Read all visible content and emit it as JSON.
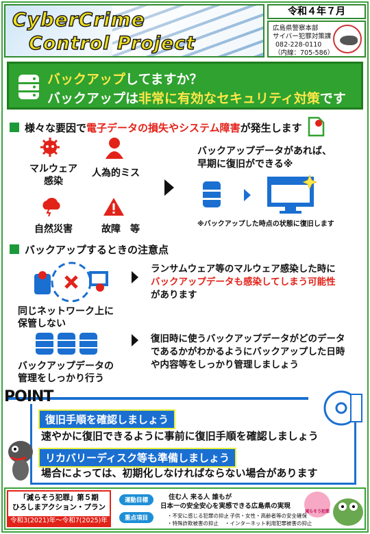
{
  "header": {
    "logo_line1": "CyberCrime",
    "logo_line2": "Control  Project",
    "date": "令和４年７月",
    "dept": [
      "広島県警察本部",
      "サイバー犯罪対策課",
      "082-228-0110",
      "（内線：705-586）"
    ]
  },
  "title": {
    "l1_hl": "バックアップ",
    "l1_rest": "してますか？",
    "l2_a": "バックアップは",
    "l2_hl": "非常に有効なセキュリティ対策",
    "l2_b": "です"
  },
  "section1": {
    "a": "様々な要因で",
    "hl": "電子データの損失やシステム障害",
    "b": "が発生します",
    "causes": [
      "マルウェア\n感染",
      "人為的ミス",
      "自然災害",
      "故障　等"
    ],
    "recovery_text": "バックアップデータがあれば、\n早期に復旧ができる※",
    "note": "※バックアップした時点の状態に復旧します"
  },
  "section2": {
    "heading": "バックアップするときの注意点",
    "item1_caption": "同じネットワーク上に\n保管しない",
    "item1_a": "ランサムウェア等のマルウェア感染した時に",
    "item1_hl": "バックアップデータも感染してしまう可能性",
    "item1_b": "があります",
    "item2_caption": "バックアップデータの\n管理をしっかり行う",
    "item2_text": "復旧時に使うバックアップデータがどのデータ\nであるかがわかるようにバックアップした日時\nや内容等をしっかり管理しましょう"
  },
  "point": {
    "label": "POINT",
    "t1": "復旧手順を確認しましょう",
    "d1": "速やかに復旧できるように事前に復旧手順を確認しましょう",
    "t2": "リカバリーディスク等も準備しましょう",
    "d2": "場合によっては、初期化しなければならない場合があります"
  },
  "footer": {
    "l1": "「減らそう犯罪」第５期",
    "l2": "ひろしまアクション・プラン",
    "l3": "令和3(2021)年～令和7(2025)年",
    "goal_label": "運動目標",
    "goal1": "住む人 来る人 誰もが",
    "goal2": "日本一の安全安心を実感できる広島県の実現",
    "key_label": "重点項目",
    "k1": "・不安に感じる犯罪の抑止",
    "k2": "・子供・女性・高齢者等の安全確保",
    "k3": "・特殊詐欺被害の抑止",
    "k4": "・インターネット利用犯罪被害の抑止",
    "badge_text": "減らそう犯罪"
  },
  "colors": {
    "green": "#2fa22f",
    "red": "#e2231a",
    "blue": "#1a6fd1",
    "yellow": "#ffe84a"
  }
}
